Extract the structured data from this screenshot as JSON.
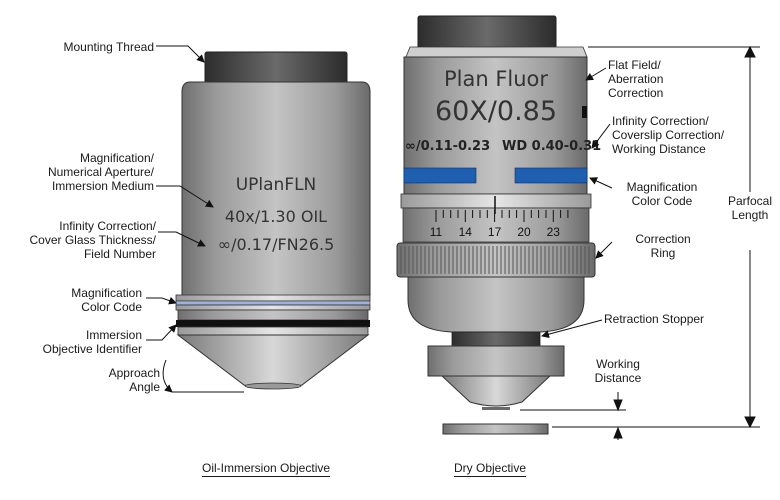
{
  "oil_objective": {
    "caption": "Oil-Immersion Objective",
    "engraving": {
      "model": "UPlanFLN",
      "magnification_na": "40x/1.30 OIL",
      "thickness_fn": "∞/0.17/FN26.5"
    },
    "labels": {
      "mounting_thread": "Mounting Thread",
      "mag_na_medium": [
        "Magnification/",
        "Numerical Aperture/",
        "Immersion Medium"
      ],
      "infinity_cover_fn": [
        "Infinity Correction/",
        "Cover Glass Thickness/",
        "Field Number"
      ],
      "mag_color_code": [
        "Magnification",
        "Color Code"
      ],
      "immersion_identifier": [
        "Immersion",
        "Objective Identifier"
      ],
      "approach_angle": [
        "Approach",
        "Angle"
      ]
    },
    "colors": {
      "color_band": "#9bb2dd",
      "immersion_band": "#111111"
    }
  },
  "dry_objective": {
    "caption": "Dry Objective",
    "engraving": {
      "model": "Plan Fluor",
      "magnification_na": "60X/0.85",
      "coverslip_range": "∞/0.11-0.23",
      "working_distance": "WD 0.40-0.31"
    },
    "scale_ticks": [
      "11",
      "14",
      "17",
      "20",
      "23"
    ],
    "labels": {
      "flat_field": [
        "Flat Field/",
        "Aberration",
        "Correction"
      ],
      "infinity_coverslip_wd": [
        "Infinity Correction/",
        "Coverslip Correction/",
        "Working Distance"
      ],
      "mag_color_code": [
        "Magnification",
        "Color Code"
      ],
      "correction_ring": [
        "Correction",
        "Ring"
      ],
      "retraction_stopper": "Retraction Stopper",
      "working_distance": [
        "Working",
        "Distance"
      ],
      "parfocal_length": [
        "Parfocal",
        "Length"
      ]
    },
    "colors": {
      "color_band": "#1f5fb0"
    }
  }
}
